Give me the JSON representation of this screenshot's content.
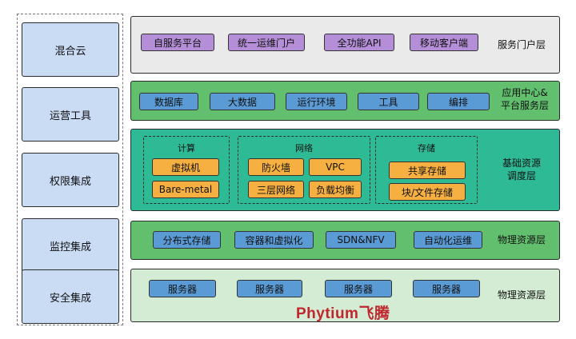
{
  "left_column": [
    "混合云",
    "运营工具",
    "权限集成",
    "监控集成",
    "安全集成"
  ],
  "layers": {
    "service_portal": {
      "label": "服务门户层",
      "items": [
        "自服务平台",
        "统一运维门户",
        "全功能API",
        "移动客户端"
      ],
      "color": "#eaeaea"
    },
    "app_center": {
      "label_line1": "应用中心&",
      "label_line2": "平台服务层",
      "items": [
        "数据库",
        "大数据",
        "运行环境",
        "工具",
        "编排"
      ],
      "color": "#62bf6e"
    },
    "infra_scheduling": {
      "label_line1": "基础资源",
      "label_line2": "调度层",
      "color": "#2fba96",
      "groups": {
        "compute": {
          "title": "计算",
          "items": [
            "虚拟机",
            "Bare-metal"
          ]
        },
        "network": {
          "title": "网络",
          "items": [
            "防火墙",
            "VPC",
            "三层网络",
            "负载均衡"
          ]
        },
        "storage": {
          "title": "存储",
          "items": [
            "共享存储",
            "块/文件存储"
          ]
        }
      }
    },
    "physical_top": {
      "label": "物理资源层",
      "items": [
        "分布式存储",
        "容器和虚拟化",
        "SDN&NFV",
        "自动化运维"
      ],
      "color": "#62bf6e"
    },
    "physical_bottom": {
      "label": "物理资源层",
      "items": [
        "服务器",
        "服务器",
        "服务器",
        "服务器"
      ],
      "logo_text": "Phytium飞腾",
      "color": "#d4ecd3"
    }
  }
}
